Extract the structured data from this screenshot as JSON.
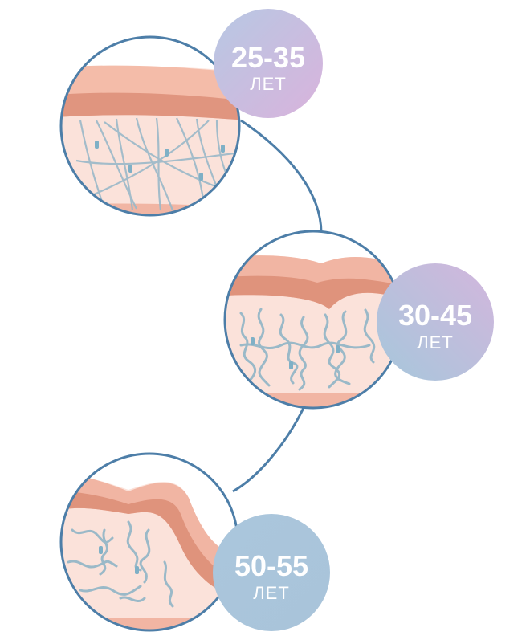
{
  "stages": [
    {
      "age": "25-35",
      "unit": "ЛЕТ"
    },
    {
      "age": "30-45",
      "unit": "ЛЕТ"
    },
    {
      "age": "50-55",
      "unit": "ЛЕТ"
    }
  ],
  "colors": {
    "connector": "#4d7ea8",
    "epidermis": "#f1b5a3",
    "epidermis_dark": "#e29680",
    "dermis": "#fbe2da",
    "fiber": "#9ab9c8",
    "badge_top": "#d4b5dc",
    "badge_bottom": "#a7c5d8"
  }
}
